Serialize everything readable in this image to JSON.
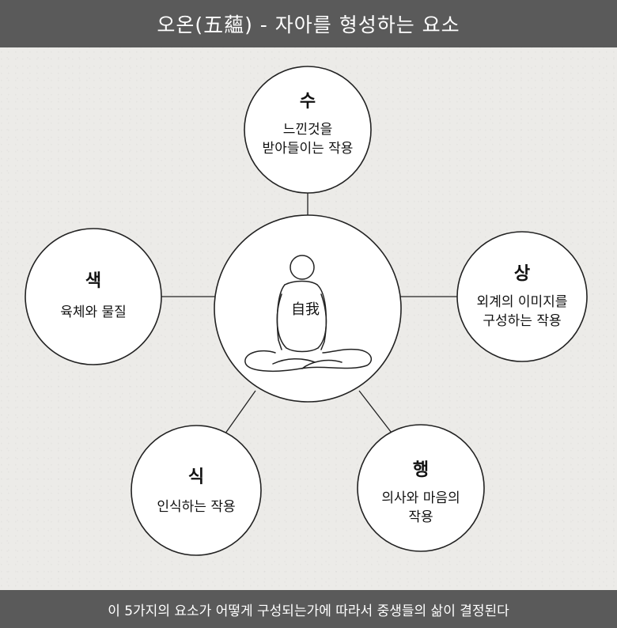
{
  "title": "오온(五蘊) - 자아를 형성하는 요소",
  "footer": "이 5가지의 요소가 어떻게 구성되는가에 따라서 중생들의 삶이 결정된다",
  "center": {
    "label": "自我",
    "figure_icon": "meditating-person-icon"
  },
  "nodes": {
    "su": {
      "name": "수",
      "desc_line1": "느낀것을",
      "desc_line2": "받아들이는 작용"
    },
    "sang": {
      "name": "상",
      "desc_line1": "외계의 이미지를",
      "desc_line2": "구성하는 작용"
    },
    "haeng": {
      "name": "행",
      "desc_line1": "의사와 마음의",
      "desc_line2": "작용"
    },
    "sik": {
      "name": "식",
      "desc_line1": "인식하는 작용"
    },
    "saek": {
      "name": "색",
      "desc_line1": "육체와 물질"
    }
  },
  "colors": {
    "bar": "#5a5a5a",
    "background": "#ecebe8",
    "stroke": "#222222"
  }
}
